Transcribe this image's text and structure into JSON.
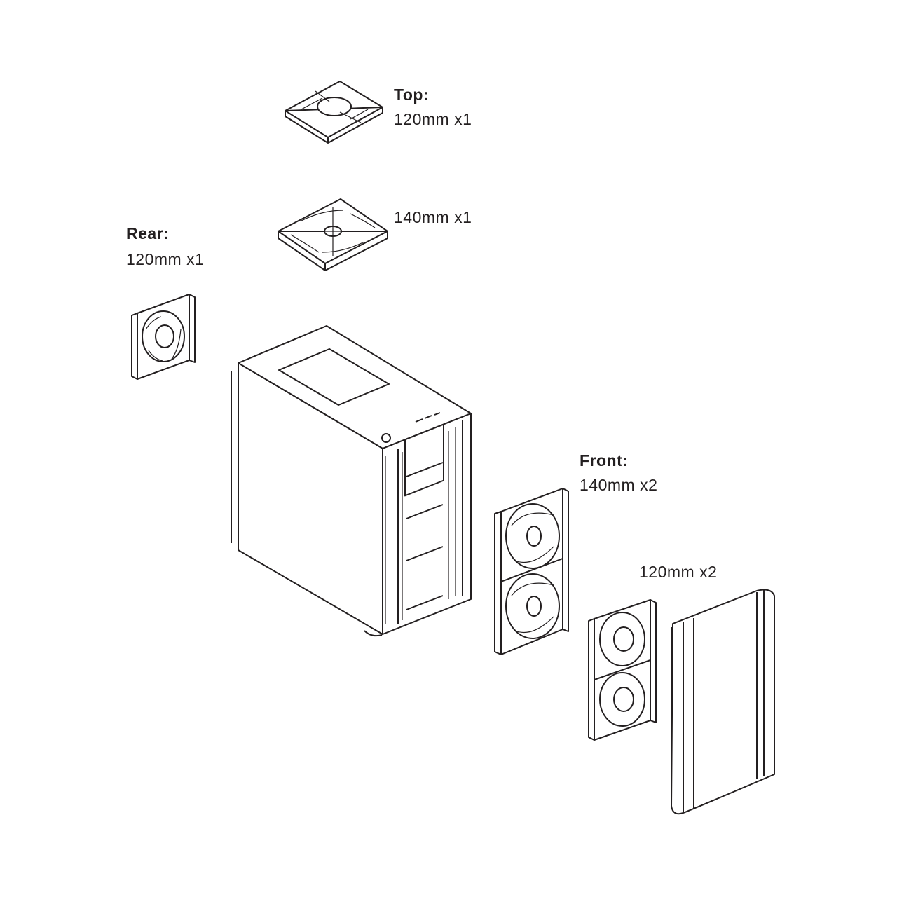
{
  "labels": {
    "top_title": "Top:",
    "top_120": "120mm x1",
    "top_140": "140mm x1",
    "rear_title": "Rear:",
    "rear_120": "120mm x1",
    "front_title": "Front:",
    "front_140": "140mm x2",
    "front_120": "120mm x2"
  }
}
